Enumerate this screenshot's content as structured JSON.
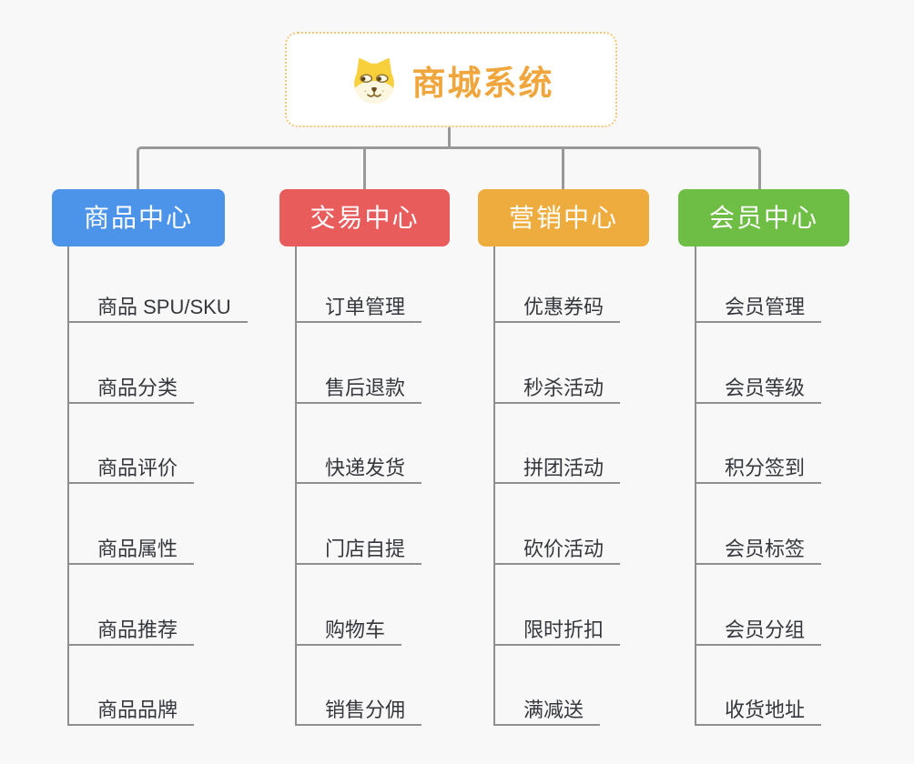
{
  "root": {
    "title": "商城系统",
    "icon": "dog-face-icon",
    "text_color": "#f0a63c",
    "border_color": "#f3c577",
    "background": "#ffffff"
  },
  "connector_color": "#999999",
  "leaf_line_color": "#8f8f8f",
  "page_background": "#f8f8f8",
  "branches": [
    {
      "label": "商品中心",
      "color": "#4b94ea",
      "items": [
        "商品 SPU/SKU",
        "商品分类",
        "商品评价",
        "商品属性",
        "商品推荐",
        "商品品牌"
      ]
    },
    {
      "label": "交易中心",
      "color": "#e85c5c",
      "items": [
        "订单管理",
        "售后退款",
        "快递发货",
        "门店自提",
        "购物车",
        "销售分佣"
      ]
    },
    {
      "label": "营销中心",
      "color": "#efac3e",
      "items": [
        "优惠券码",
        "秒杀活动",
        "拼团活动",
        "砍价活动",
        "限时折扣",
        "满减送"
      ]
    },
    {
      "label": "会员中心",
      "color": "#6ebe45",
      "items": [
        "会员管理",
        "会员等级",
        "积分签到",
        "会员标签",
        "会员分组",
        "收货地址"
      ]
    }
  ]
}
